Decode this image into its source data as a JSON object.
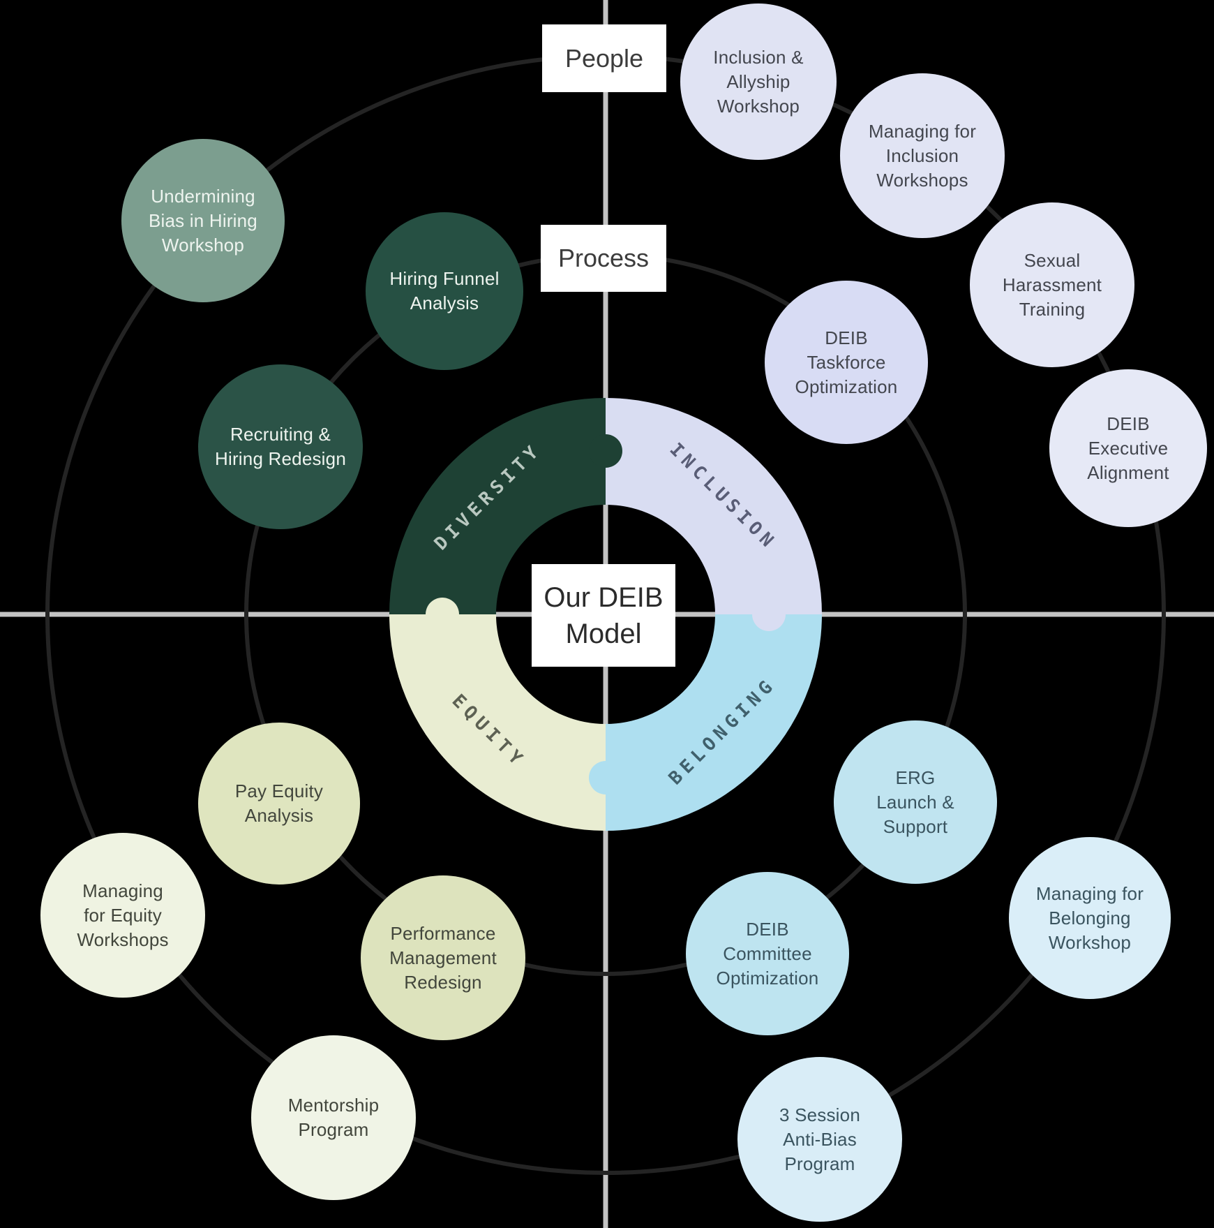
{
  "diagram": {
    "center_label": "Our DEIB\nModel",
    "ring_labels": {
      "outer": "People",
      "inner": "Process"
    },
    "quadrants": [
      {
        "id": "diversity",
        "label": "DIVERSITY",
        "color": "#1e4134"
      },
      {
        "id": "inclusion",
        "label": "INCLUSION",
        "color": "#d9ddf2"
      },
      {
        "id": "belonging",
        "label": "BELONGING",
        "color": "#aedff0"
      },
      {
        "id": "equity",
        "label": "EQUITY",
        "color": "#e9edd2"
      }
    ],
    "bubbles": [
      {
        "id": "undermining-bias-in-hiring-workshop",
        "ring": "people",
        "quadrant": "diversity",
        "label": "Undermining\nBias in Hiring\nWorkshop",
        "color": "#7c9e8f"
      },
      {
        "id": "hiring-funnel-analysis",
        "ring": "process",
        "quadrant": "diversity",
        "label": "Hiring Funnel\nAnalysis",
        "color": "#265043"
      },
      {
        "id": "recruiting-hiring-redesign",
        "ring": "process",
        "quadrant": "diversity",
        "label": "Recruiting &\nHiring Redesign",
        "color": "#2b5347"
      },
      {
        "id": "pay-equity-analysis",
        "ring": "process",
        "quadrant": "equity",
        "label": "Pay Equity\nAnalysis",
        "color": "#dfe5bf"
      },
      {
        "id": "performance-management-redesign",
        "ring": "process",
        "quadrant": "equity",
        "label": "Performance\nManagement\nRedesign",
        "color": "#dde3bd"
      },
      {
        "id": "managing-for-equity-workshops",
        "ring": "people",
        "quadrant": "equity",
        "label": "Managing\nfor Equity\nWorkshops",
        "color": "#eff3e2"
      },
      {
        "id": "mentorship-program",
        "ring": "people",
        "quadrant": "equity",
        "label": "Mentorship\nProgram",
        "color": "#f0f4e6"
      },
      {
        "id": "inclusion-allyship-workshop",
        "ring": "people",
        "quadrant": "inclusion",
        "label": "Inclusion &\nAllyship\nWorkshop",
        "color": "#e0e3f3"
      },
      {
        "id": "managing-for-inclusion-workshops",
        "ring": "people",
        "quadrant": "inclusion",
        "label": "Managing for\nInclusion\nWorkshops",
        "color": "#e1e4f4"
      },
      {
        "id": "sexual-harassment-training",
        "ring": "people",
        "quadrant": "inclusion",
        "label": "Sexual\nHarassment\nTraining",
        "color": "#e4e7f5"
      },
      {
        "id": "deib-executive-alignment",
        "ring": "people",
        "quadrant": "inclusion",
        "label": "DEIB\nExecutive\nAlignment",
        "color": "#e6e9f6"
      },
      {
        "id": "deib-taskforce-optimization",
        "ring": "process",
        "quadrant": "inclusion",
        "label": "DEIB\nTaskforce\nOptimization",
        "color": "#d8dcf4"
      },
      {
        "id": "erg-launch-support",
        "ring": "process",
        "quadrant": "belonging",
        "label": "ERG\nLaunch &\nSupport",
        "color": "#c0e4f0"
      },
      {
        "id": "deib-committee-optimization",
        "ring": "process",
        "quadrant": "belonging",
        "label": "DEIB\nCommittee\nOptimization",
        "color": "#bee4f0"
      },
      {
        "id": "managing-for-belonging-workshop",
        "ring": "people",
        "quadrant": "belonging",
        "label": "Managing for\nBelonging\nWorkshop",
        "color": "#daeef8"
      },
      {
        "id": "three-session-anti-bias-program",
        "ring": "people",
        "quadrant": "belonging",
        "label": "3 Session\nAnti-Bias\nProgram",
        "color": "#d9edf7"
      }
    ],
    "colors": {
      "background": "#000000",
      "crosshair_line": "#c3c3c3",
      "orbit_line": "#242424",
      "center_box_bg": "#ffffff",
      "ring_label_box_bg": "#ffffff"
    }
  }
}
